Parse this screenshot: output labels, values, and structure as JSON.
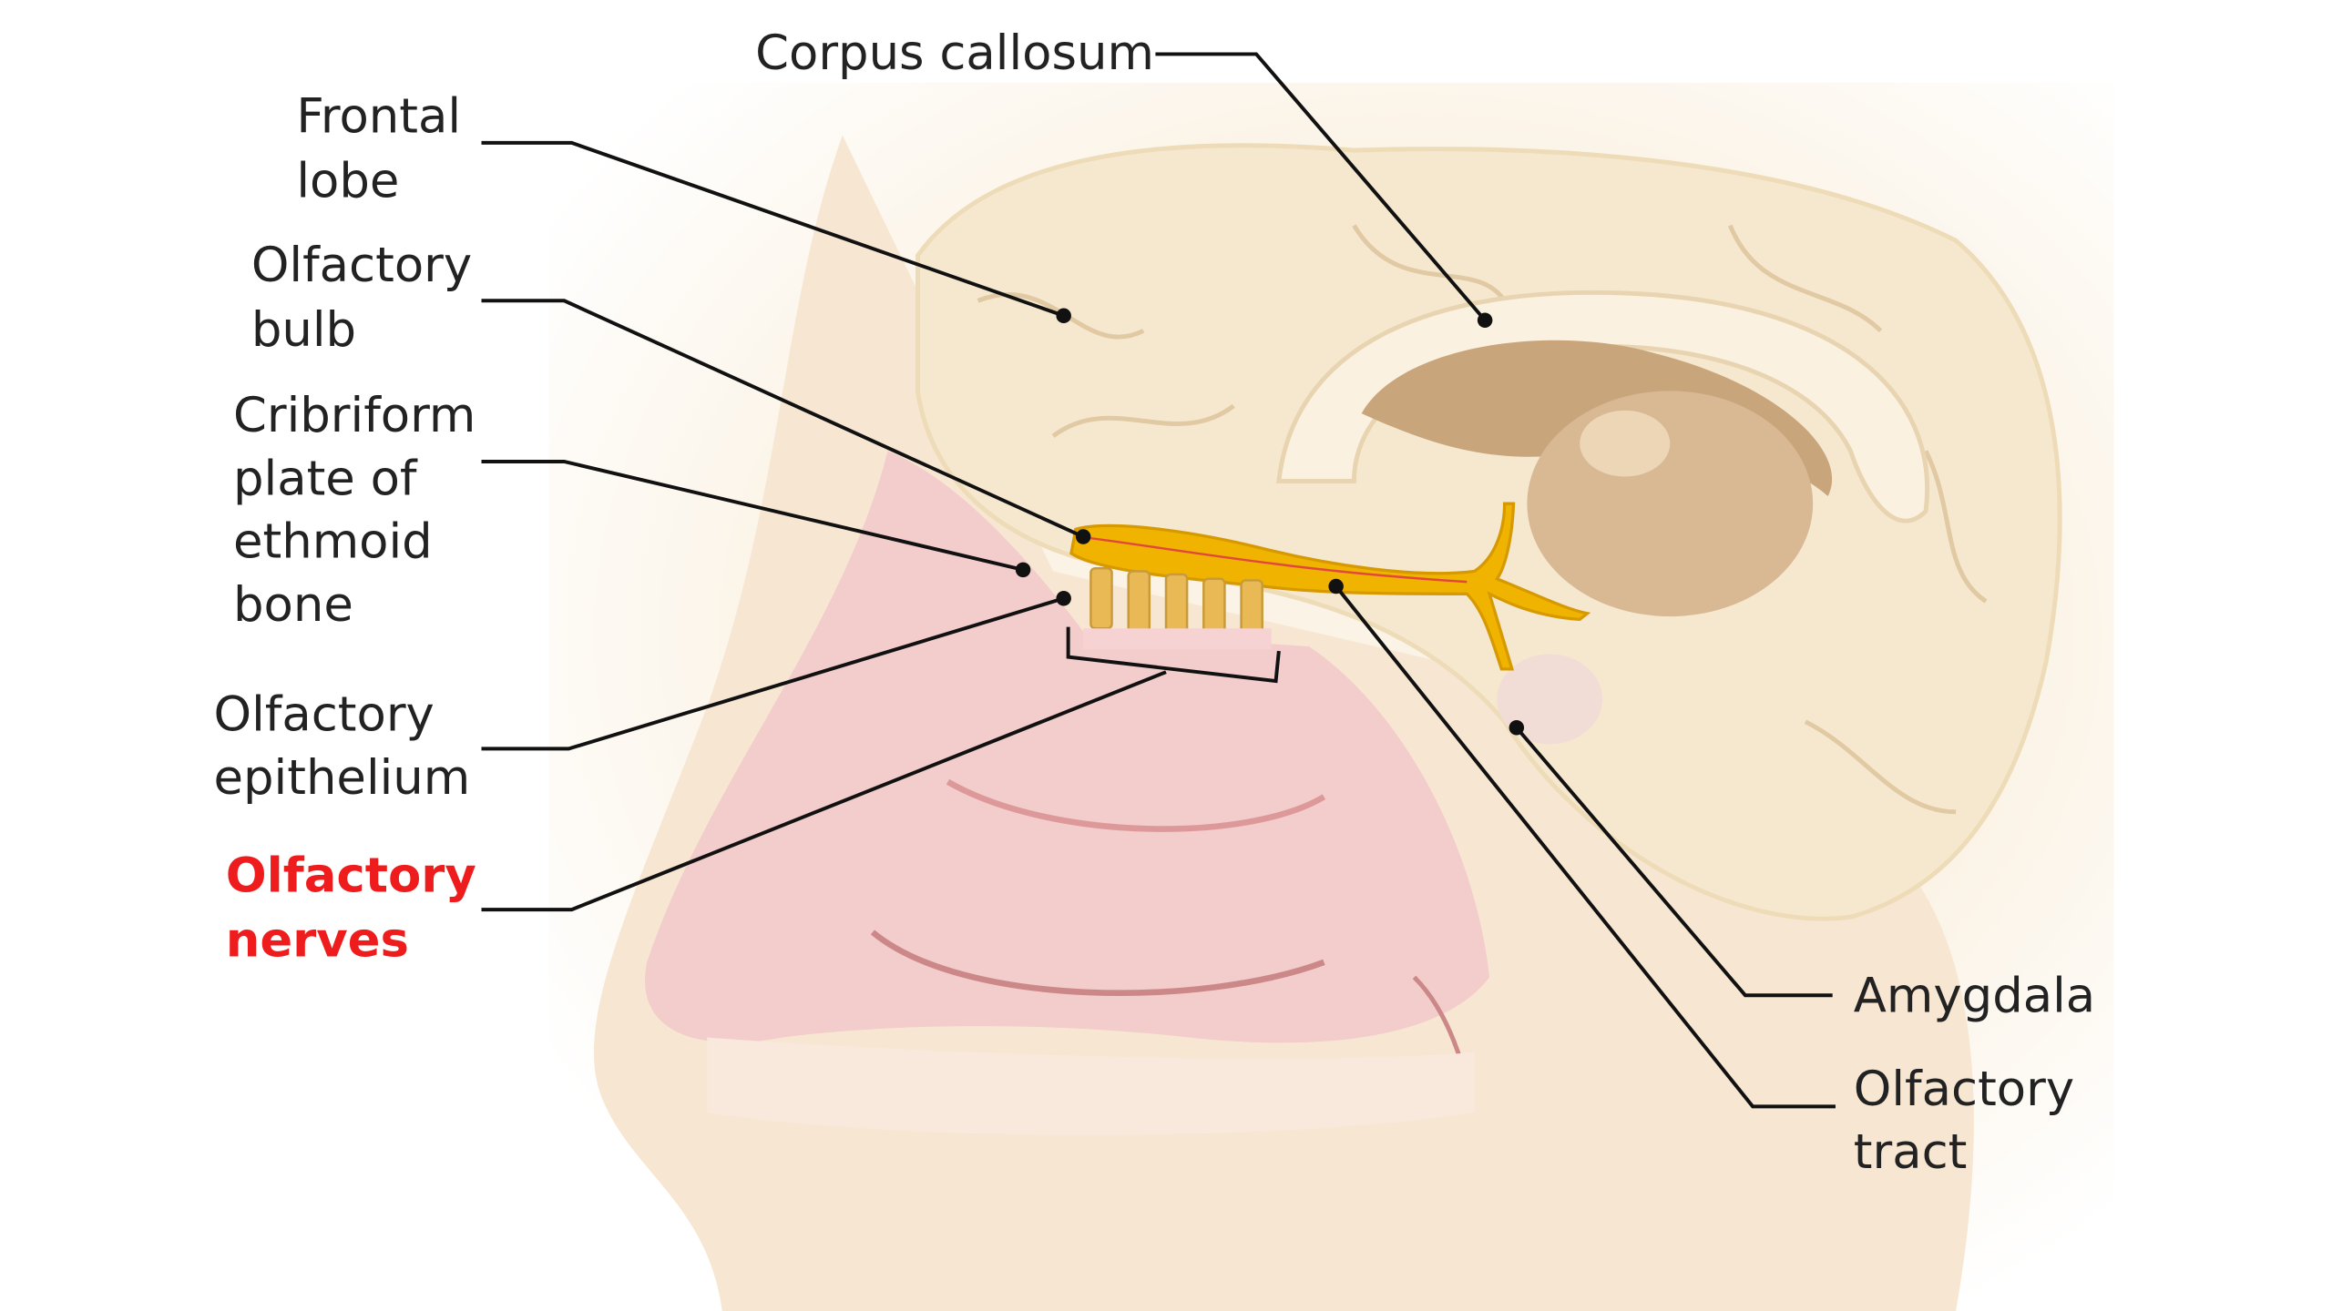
{
  "title": "Olfactory pathway anatomy",
  "labels": {
    "corpus_callosum": "Corpus callosum",
    "frontal_lobe": [
      "Frontal",
      "lobe"
    ],
    "olfactory_bulb": [
      "Olfactory",
      "bulb"
    ],
    "cribriform_plate": [
      "Cribriform",
      "plate of",
      "ethmoid",
      "bone"
    ],
    "olfactory_epithelium": [
      "Olfactory",
      "epithelium"
    ],
    "olfactory_nerves": [
      "Olfactory",
      "nerves"
    ],
    "amygdala": "Amygdala",
    "olfactory_tract": [
      "Olfactory",
      "tract"
    ]
  },
  "colors": {
    "highlight": "#ee1c1c",
    "brain": "#f6e8cf",
    "nasal": "#f3c9c9",
    "nerve": "#f0b400",
    "ventricle": "#c9a57c"
  }
}
